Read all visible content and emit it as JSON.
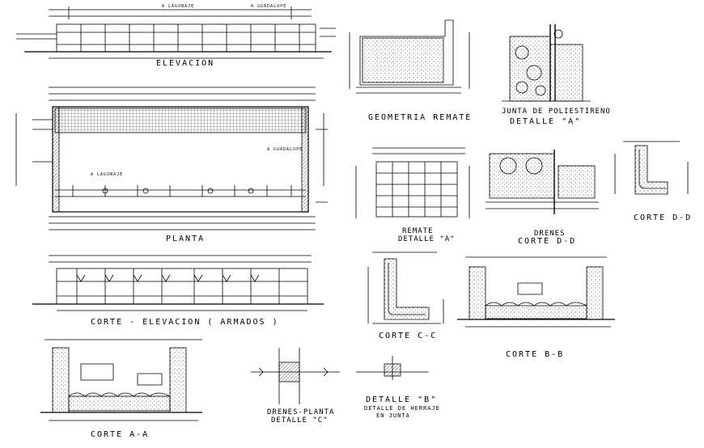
{
  "titles": {
    "elevacion": "ELEVACION",
    "planta": "PLANTA",
    "corte_elevacion": "CORTE - ELEVACION ( ARMADOS )",
    "corte_aa": "CORTE A-A",
    "drenes_planta": "DRENES-PLANTA",
    "detalle_c": "DETALLE \"C\"",
    "geometria_remate": "GEOMETRIA REMATE",
    "junta_poliestireno": "JUNTA DE POLIESTIRENO",
    "detalle_a_top": "DETALLE \"A\"",
    "remate": "REMATE",
    "detalle_a_mid": "DETALLE \"A\"",
    "drenes": "DRENES",
    "corte_dd_mid": "CORTE D-D",
    "corte_dd_right": "CORTE D-D",
    "corte_cc": "CORTE C-C",
    "corte_bb": "CORTE B-B",
    "detalle_b": "DETALLE \"B\"",
    "detalle_herraje": "DETALLE DE HERRAJE",
    "en_junta": "EN JUNTA"
  },
  "notes": {
    "a_lagunaje_top": "A LAGUNAJE",
    "a_guadalupe_top": "A GUADALUPE",
    "a_lagunaje_plan": "A LAGUNAJE",
    "a_guadalupe_plan": "A GUADALUPE"
  },
  "colors": {
    "ink": "#000000",
    "paper": "#ffffff"
  }
}
